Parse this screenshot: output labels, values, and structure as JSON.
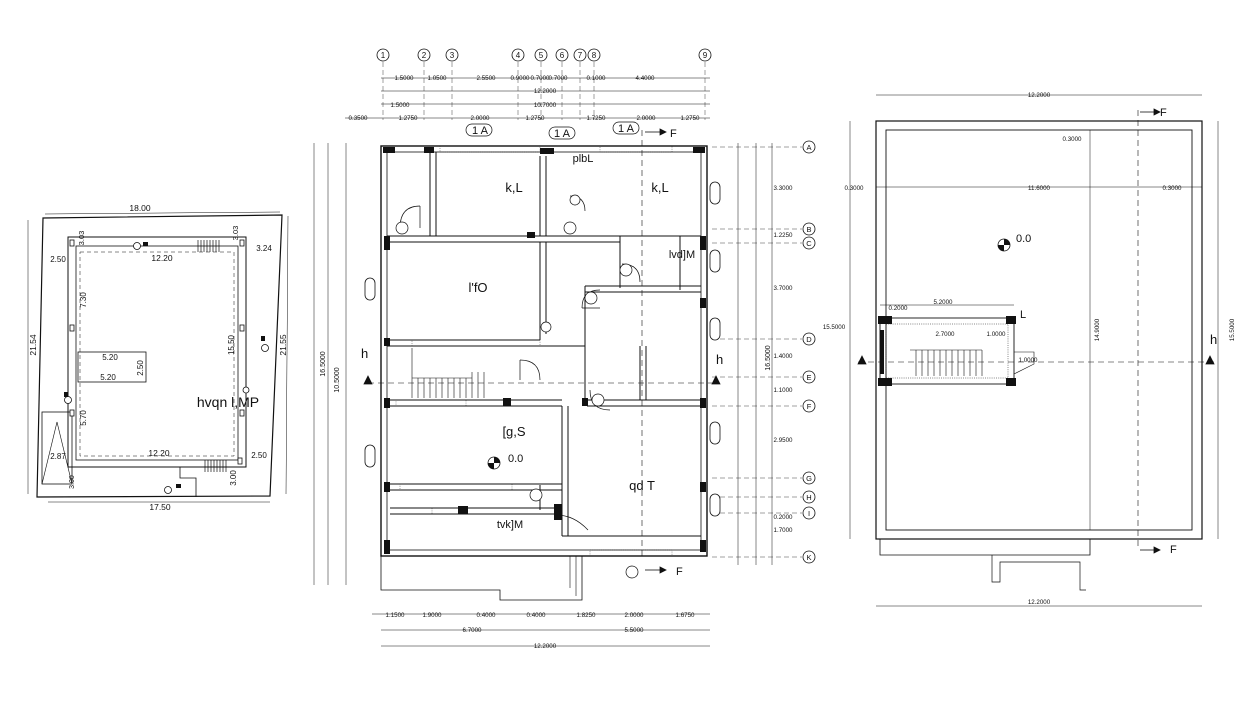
{
  "drawing": {
    "site_plan": {
      "top_width": "18.00",
      "left_height": "21.54",
      "right_height": "21.55",
      "bottom_width": "17.50",
      "inner_top": "12.20",
      "inner_bottom": "12.20",
      "left_offset_top": "2.50",
      "right_offset_mid": "2.50",
      "corner_left": "3.03",
      "corner_right": "3.03",
      "right_gap": "3.24",
      "left_depth": "7.30",
      "right_depth": "15.50",
      "lower_left_depth": "5.70",
      "bottom_left": "2.87",
      "bottom_right": "3.00",
      "small_w": "5.20",
      "small_w2": "5.20",
      "small_h": "2.50",
      "bottom_small": "3.00",
      "room_label": "hvqn  l,MP"
    },
    "grid_columns": [
      "1",
      "2",
      "3",
      "4",
      "5",
      "6",
      "7",
      "8",
      "9"
    ],
    "grid_rows": [
      "A",
      "B",
      "C",
      "D",
      "E",
      "F",
      "G",
      "H",
      "I",
      "K"
    ],
    "floor_plan": {
      "top_dims_row1": [
        "1.5000",
        "1.0500",
        "2.5500",
        "0.9000",
        "0.7000",
        "0.7000",
        "0.1000",
        "4.4000"
      ],
      "top_overall_1": "12.2000",
      "top_overall_2": "10.7000",
      "top_segment_1": "1.5000",
      "top_dims_row3": [
        "0.3500",
        "1.2750",
        "2.0000",
        "1.2750",
        "1.7250",
        "2.0000",
        "1.2750"
      ],
      "rooms": {
        "kitchen_left": "k,L",
        "kitchen_right": "k,L",
        "living": "l'fO",
        "hall": "[g,S",
        "bedroom": "qd T",
        "small_room": "plbL",
        "porch": "tvk]M",
        "store": "lvd]M"
      },
      "level": "0.0",
      "left_overall": "16.5000",
      "left_inner": "10.5000",
      "right_overall": "16.5000",
      "right_dims": [
        "3.3000",
        "1.2250",
        "3.7000",
        "1.4000",
        "1.1000",
        "2.9500",
        "0.2000",
        "1.7000"
      ],
      "bottom_dims_row1": [
        "1.1500",
        "1.9000",
        "0.4000",
        "0.4000",
        "1.8250",
        "2.0000",
        "1.6750"
      ],
      "bottom_dims_row2": [
        "6.7000",
        "5.5000"
      ],
      "bottom_overall": "12.2000",
      "section_mark": "1 A",
      "section_letter": "F",
      "side_mark": "h"
    },
    "roof_plan": {
      "top_width": "12.2000",
      "bottom_width": "12.2000",
      "inner_width": "11.6000",
      "left_edge": "0.3000",
      "right_edge": "0.3000",
      "top_edge": "0.3000",
      "left_height": "15.5000",
      "right_height": "15.5000",
      "inner_height": "14.9000",
      "stair_width": "5.2000",
      "stair_run": "2.7000",
      "stair_landing": "1.0000",
      "stair_offset": "0.2000",
      "stair_depth": "1.0000",
      "level": "0.0",
      "section_letter": "F",
      "side_mark": "h",
      "label_L": "L"
    }
  }
}
